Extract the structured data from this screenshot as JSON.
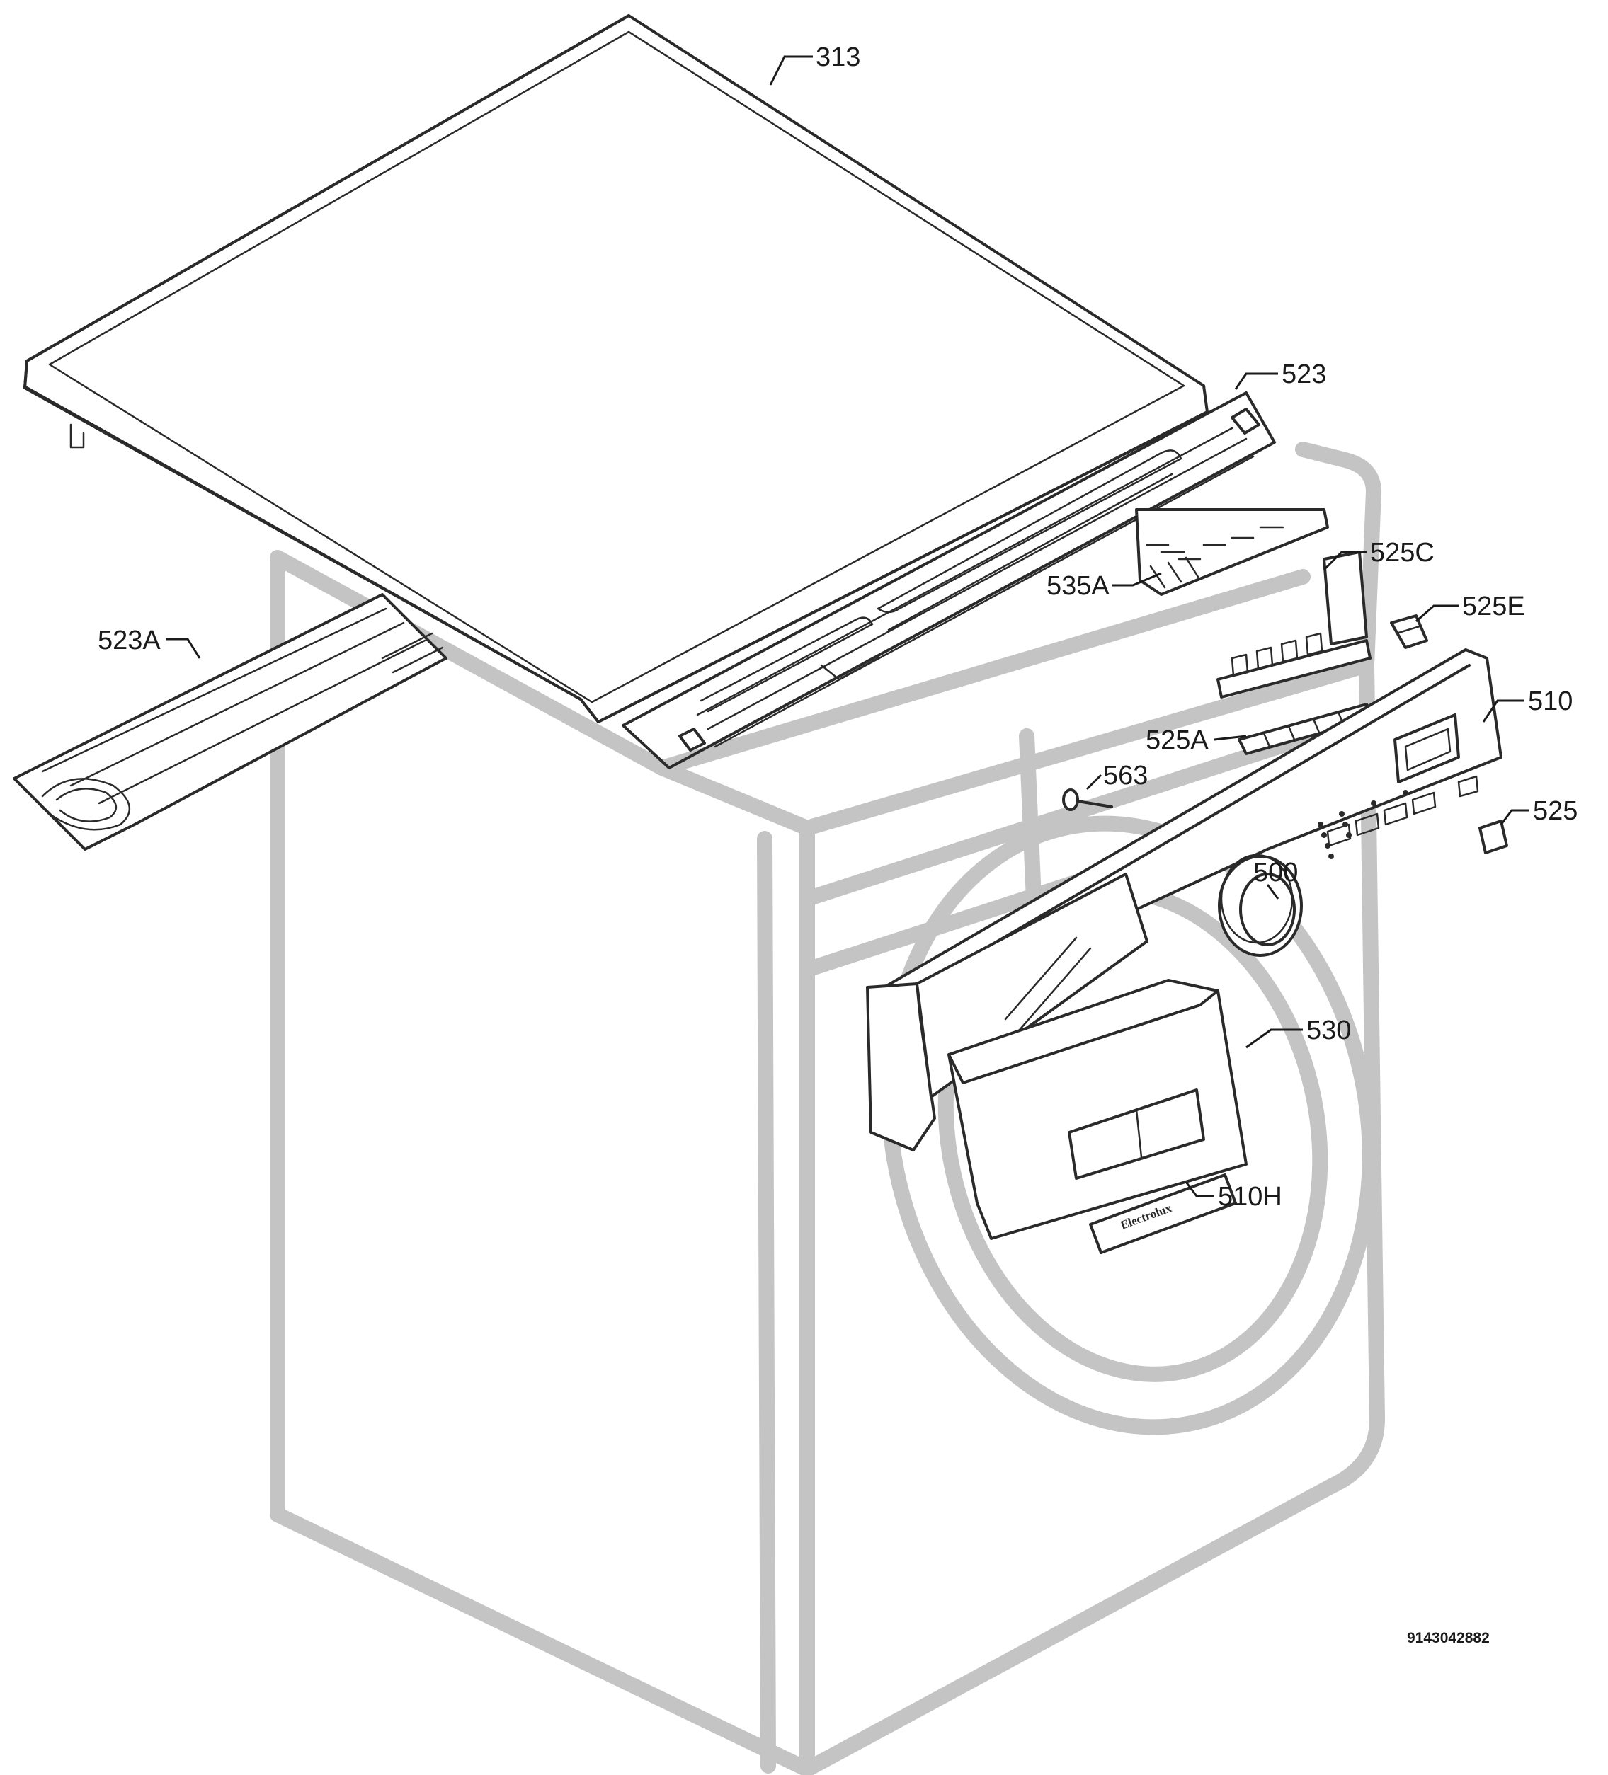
{
  "document_number": "9143042882",
  "brand_plate_text": "Electrolux",
  "callouts": [
    {
      "id": "313",
      "label": "313"
    },
    {
      "id": "523",
      "label": "523"
    },
    {
      "id": "523A",
      "label": "523A"
    },
    {
      "id": "535A",
      "label": "535A"
    },
    {
      "id": "525C",
      "label": "525C"
    },
    {
      "id": "525E",
      "label": "525E"
    },
    {
      "id": "510",
      "label": "510"
    },
    {
      "id": "525A",
      "label": "525A"
    },
    {
      "id": "563",
      "label": "563"
    },
    {
      "id": "525",
      "label": "525"
    },
    {
      "id": "500",
      "label": "500"
    },
    {
      "id": "530",
      "label": "530"
    },
    {
      "id": "510H",
      "label": "510H"
    }
  ]
}
